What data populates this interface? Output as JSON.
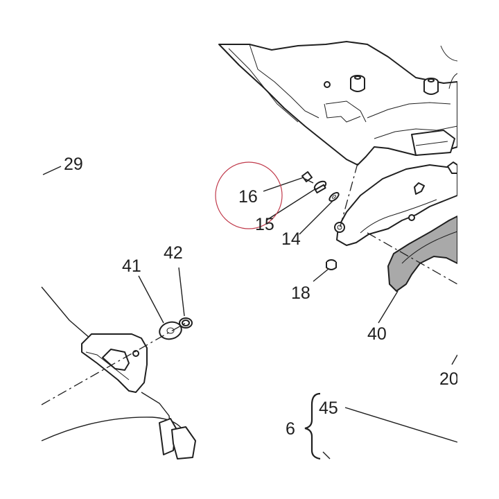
{
  "callouts": {
    "c29": "29",
    "c16": "16",
    "c15": "15",
    "c14": "14",
    "c18": "18",
    "c41": "41",
    "c42": "42",
    "c40": "40",
    "c20": "20",
    "c45": "45",
    "c6": "6"
  },
  "colors": {
    "line": "#1f1f1f",
    "highlight_circle": "#c0394a",
    "rubber_fill": "#a9a9a9",
    "background": "#ffffff"
  }
}
